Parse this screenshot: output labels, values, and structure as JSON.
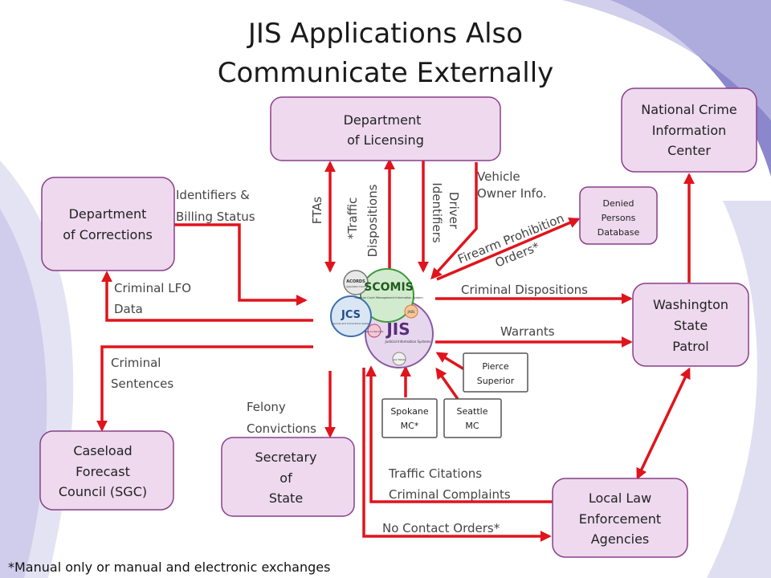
{
  "title": [
    "JIS Applications Also",
    "Communicate Externally"
  ],
  "nodes": {
    "licensing": [
      "Department",
      "of Licensing"
    ],
    "corrections": [
      "Department",
      "of Corrections"
    ],
    "ncic": [
      "National Crime",
      "Information",
      "Center"
    ],
    "denied": [
      "Denied",
      "Persons",
      "Database"
    ],
    "wsp": [
      "Washington",
      "State",
      "Patrol"
    ],
    "pierce": [
      "Pierce",
      "Superior"
    ],
    "spokane": [
      "Spokane",
      "MC*"
    ],
    "seattle": [
      "Seattle",
      "MC"
    ],
    "sgc": [
      "Caseload",
      "Forecast",
      "Council (SGC)"
    ],
    "sos": [
      "Secretary",
      "of",
      "State"
    ],
    "local": [
      "Local Law",
      "Enforcement",
      "Agencies"
    ]
  },
  "hub": {
    "center": "JIS",
    "center_sub": "Judicial Information Systems",
    "scomis": "SCOMIS",
    "scomis_sub": "Superior Court Management Information System",
    "jcs": "JCS",
    "jcs_sub": "Juvenile and Corrections System",
    "acords": "ACORDS",
    "acords_sub": "Appellate Court",
    "jabs": "JABS",
    "person": "Person Records",
    "law": "Law Tables"
  },
  "labels": {
    "ftas": "FTAs",
    "traffic_dispositions": [
      "*Traffic",
      "Dispositions"
    ],
    "driver_identifiers": [
      "Driver",
      "Identifiers"
    ],
    "vehicle_owner": [
      "Vehicle",
      "Owner Info."
    ],
    "firearm": [
      "Firearm Prohibition",
      "Orders*"
    ],
    "identifiers_billing": [
      "Identifiers &",
      "Billing Status"
    ],
    "criminal_lfo": [
      "Criminal LFO",
      "Data"
    ],
    "criminal_sentences": [
      "Criminal",
      "Sentences"
    ],
    "felony_convictions": [
      "Felony",
      "Convictions"
    ],
    "criminal_dispositions": "Criminal Dispositions",
    "warrants": "Warrants",
    "traffic_citations": [
      "Traffic Citations",
      "Criminal Complaints"
    ],
    "no_contact": "No Contact Orders*"
  },
  "footnote": "*Manual only or manual and electronic exchanges",
  "colors": {
    "arrow": "#e0141c",
    "node_fill": "#eed9ee",
    "node_border": "#8a3f8a",
    "swoosh": "#7b79c4"
  }
}
